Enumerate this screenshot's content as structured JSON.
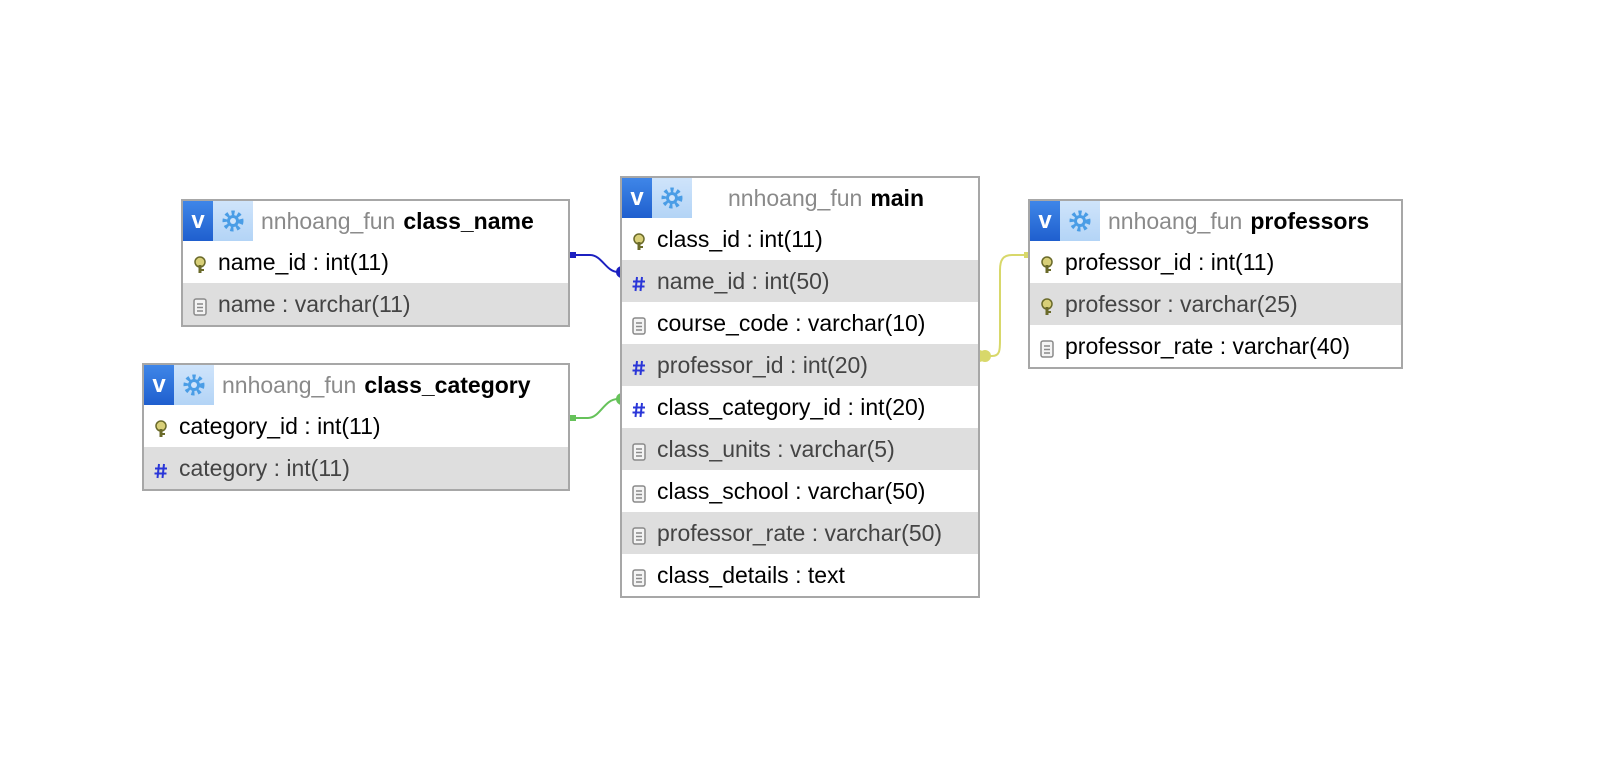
{
  "colors": {
    "link_name": "#1c20c0",
    "link_category": "#66c25a",
    "link_professor": "#d8d86a"
  },
  "tables": {
    "class_name": {
      "db": "nnhoang_fun",
      "name": "class_name",
      "fields": [
        {
          "label": "name_id : int(11)",
          "icon": "primary-key-icon"
        },
        {
          "label": "name : varchar(11)",
          "icon": "text-field-icon"
        }
      ]
    },
    "class_category": {
      "db": "nnhoang_fun",
      "name": "class_category",
      "fields": [
        {
          "label": "category_id : int(11)",
          "icon": "primary-key-icon"
        },
        {
          "label": "category : int(11)",
          "icon": "hash-icon"
        }
      ]
    },
    "main": {
      "db": "nnhoang_fun",
      "name": "main",
      "fields": [
        {
          "label": "class_id : int(11)",
          "icon": "primary-key-icon"
        },
        {
          "label": "name_id : int(50)",
          "icon": "hash-icon"
        },
        {
          "label": "course_code : varchar(10)",
          "icon": "text-field-icon"
        },
        {
          "label": "professor_id : int(20)",
          "icon": "hash-icon"
        },
        {
          "label": "class_category_id : int(20)",
          "icon": "hash-icon"
        },
        {
          "label": "class_units : varchar(5)",
          "icon": "text-field-icon"
        },
        {
          "label": "class_school : varchar(50)",
          "icon": "text-field-icon"
        },
        {
          "label": "professor_rate : varchar(50)",
          "icon": "text-field-icon"
        },
        {
          "label": "class_details : text",
          "icon": "text-field-icon"
        }
      ]
    },
    "professors": {
      "db": "nnhoang_fun",
      "name": "professors",
      "fields": [
        {
          "label": "professor_id : int(11)",
          "icon": "primary-key-icon"
        },
        {
          "label": "professor : varchar(25)",
          "icon": "primary-key-icon"
        },
        {
          "label": "professor_rate : varchar(40)",
          "icon": "text-field-icon"
        }
      ]
    }
  }
}
